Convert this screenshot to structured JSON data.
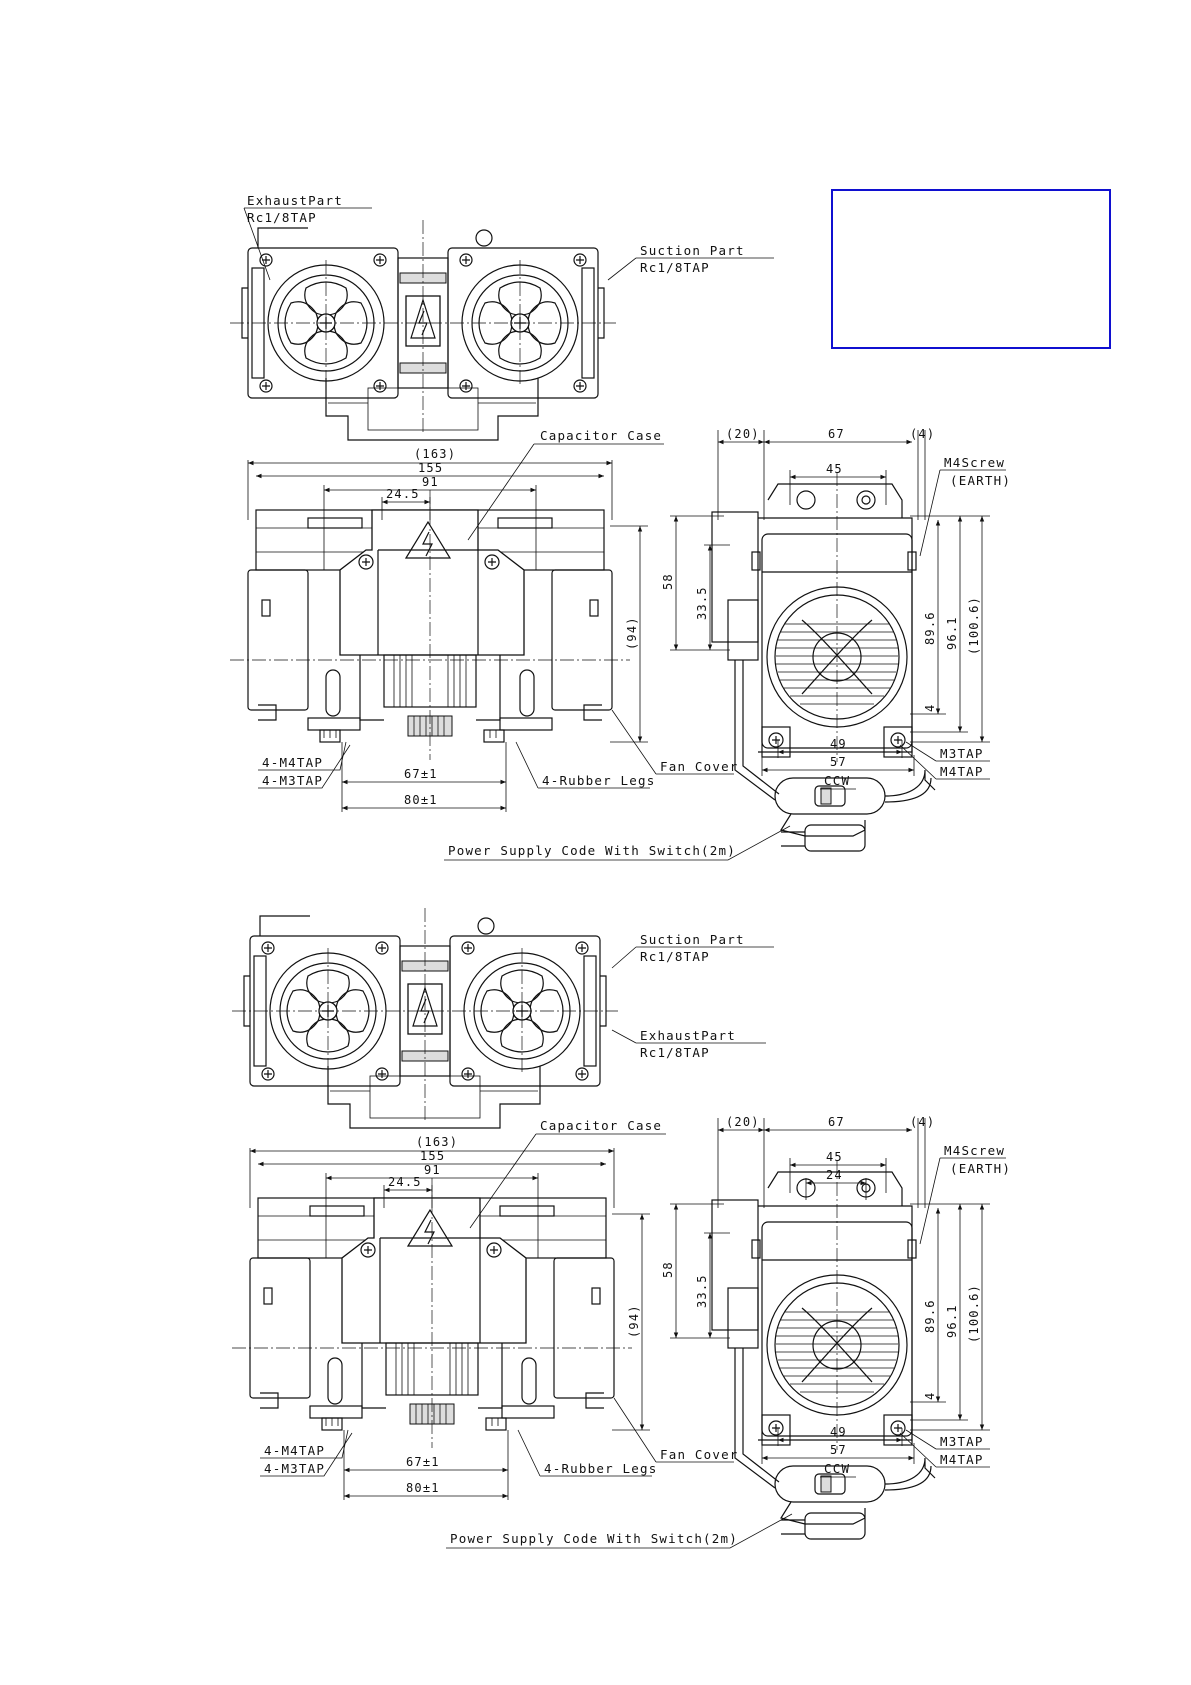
{
  "note_box": {
    "border_color": "#1010d0",
    "text": ""
  },
  "views": [
    {
      "top": {
        "exhaust": "ExhaustPart",
        "exhaust_tap": "Rc1/8TAP",
        "suction": "Suction Part",
        "suction_tap": "Rc1/8TAP"
      },
      "front": {
        "dims": [
          "(163)",
          "155",
          "91",
          "24.5",
          "(94)",
          "67±1",
          "80±1"
        ],
        "labels": {
          "capacitor": "Capacitor Case",
          "m4tap": "4-M4TAP",
          "m3tap": "4-M3TAP",
          "rubber": "4-Rubber Legs",
          "fan_cover": "Fan Cover",
          "power": "Power Supply Code With Switch(2m)"
        }
      },
      "side": {
        "dims": [
          "(20)",
          "67",
          "(4)",
          "45",
          "58",
          "33.5",
          "89.6",
          "96.1",
          "(100.6)",
          "4",
          "49",
          "57"
        ],
        "labels": {
          "m4screw": "M4Screw",
          "earth": "(EARTH)",
          "m3tap": "M3TAP",
          "m4tap": "M4TAP",
          "ccw": "CCW"
        }
      }
    },
    {
      "top": {
        "suction": "Suction Part",
        "suction_tap": "Rc1/8TAP",
        "exhaust": "ExhaustPart",
        "exhaust_tap": "Rc1/8TAP"
      },
      "front": {
        "dims": [
          "(163)",
          "155",
          "91",
          "24.5",
          "(94)",
          "67±1",
          "80±1"
        ],
        "labels": {
          "capacitor": "Capacitor Case",
          "m4tap": "4-M4TAP",
          "m3tap": "4-M3TAP",
          "rubber": "4-Rubber Legs",
          "fan_cover": "Fan Cover",
          "power": "Power Supply Code With Switch(2m)"
        }
      },
      "side": {
        "dims": [
          "(20)",
          "67",
          "(4)",
          "45",
          "24",
          "58",
          "33.5",
          "89.6",
          "96.1",
          "(100.6)",
          "4",
          "49",
          "57"
        ],
        "labels": {
          "m4screw": "M4Screw",
          "earth": "(EARTH)",
          "m3tap": "M3TAP",
          "m4tap": "M4TAP",
          "ccw": "CCW"
        }
      }
    }
  ]
}
